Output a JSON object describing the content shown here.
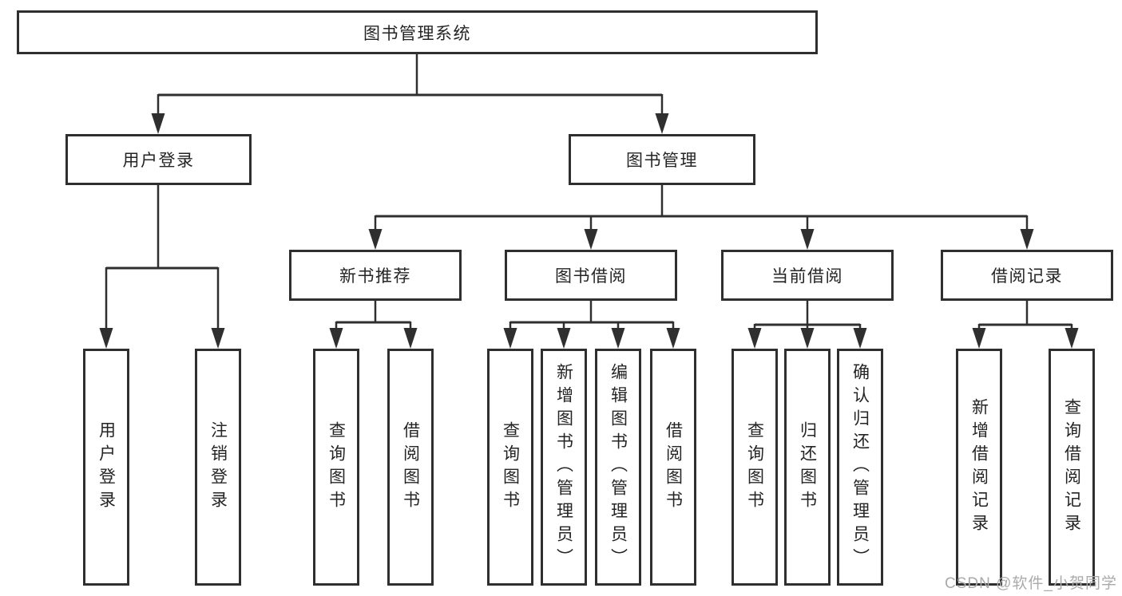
{
  "diagram": {
    "title": "图书管理系统",
    "nodes": {
      "root": "图书管理系统",
      "l2": [
        "用户登录",
        "图书管理"
      ],
      "l3": [
        "新书推荐",
        "图书借阅",
        "当前借阅",
        "借阅记录"
      ],
      "leaves": {
        "user": [
          "用户登录",
          "注销登录"
        ],
        "recommend": [
          "查询图书",
          "借阅图书"
        ],
        "borrow": [
          "查询图书",
          "新增图书（管理员）",
          "编辑图书（管理员）",
          "借阅图书"
        ],
        "current": [
          "查询图书",
          "归还图书",
          "确认归还（管理员）"
        ],
        "records": [
          "新增借阅记录",
          "查询借阅记录"
        ]
      }
    }
  },
  "watermark": "CSDN @软件_小贺同学",
  "colors": {
    "line": "#2f2f2f",
    "box_border": "#2f2f2f",
    "text": "#242424",
    "watermark": "#aaaaaa",
    "background": "#ffffff"
  }
}
